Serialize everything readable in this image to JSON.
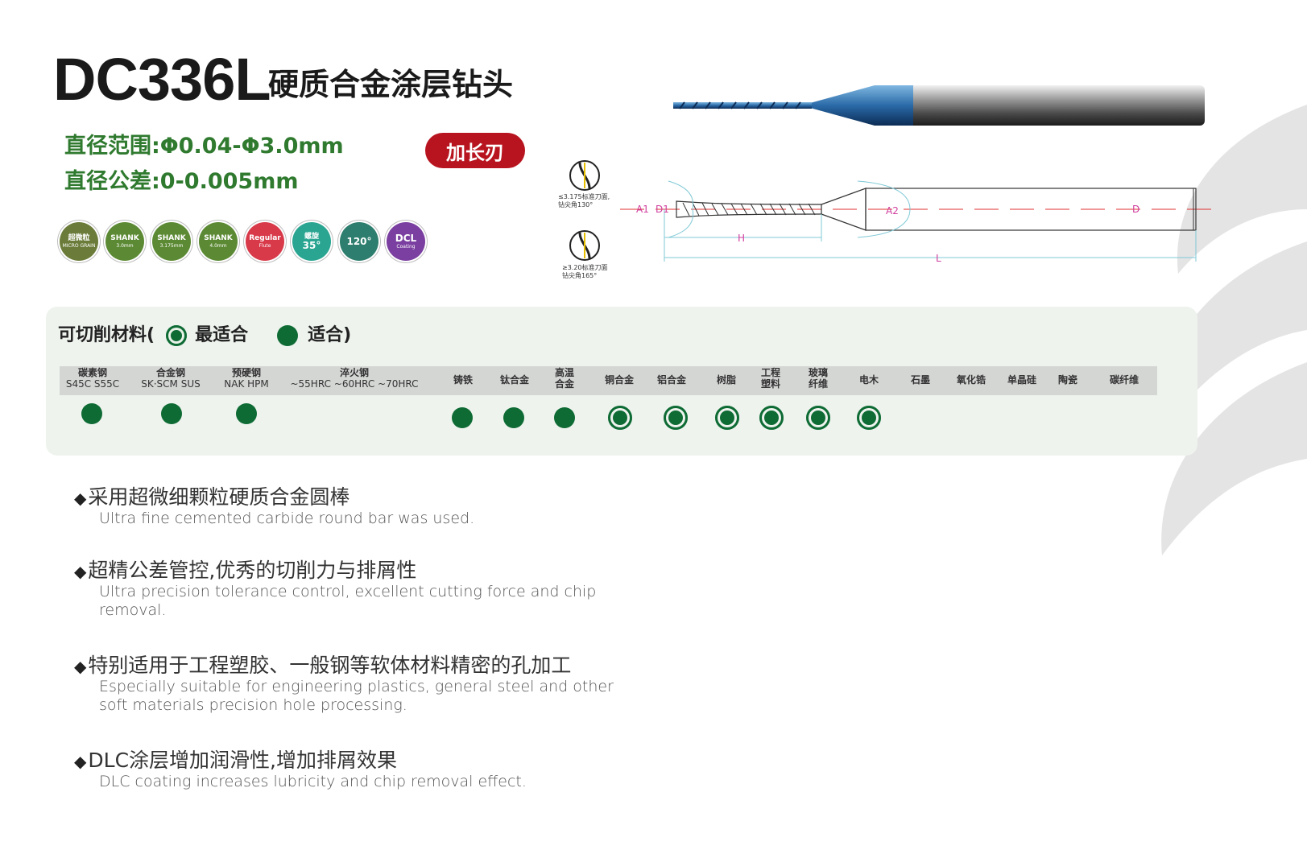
{
  "header": {
    "model": "DC336L",
    "title_cn": "硬质合金涂层钻头",
    "diameter_range": "直径范围:Φ0.04-Φ3.0mm",
    "diameter_tolerance": "直径公差:0-0.005mm",
    "badge": "加长刃"
  },
  "feature_icons": [
    {
      "name": "micro-grain",
      "line1": "超微粒",
      "line2": "MICRO GRAIN",
      "color": "#6b7c3a"
    },
    {
      "name": "shank-3",
      "line1": "SHANK",
      "line2": "3.0mm",
      "color": "#5c8a34"
    },
    {
      "name": "shank-3175",
      "line1": "SHANK",
      "line2": "3.175mm",
      "color": "#5c8a34"
    },
    {
      "name": "shank-4",
      "line1": "SHANK",
      "line2": "4.0mm",
      "color": "#5c8a34"
    },
    {
      "name": "regular-flute",
      "line1": "Regular",
      "line2": "Flute",
      "color": "#d83a4a"
    },
    {
      "name": "helix",
      "line1": "螺旋",
      "line2": "35°",
      "color": "#2aa592"
    },
    {
      "name": "point-angle",
      "line1": "120°",
      "line2": "",
      "color": "#2d7e6e"
    },
    {
      "name": "coating",
      "line1": "DCL",
      "line2": "Coating",
      "color": "#7a3fa0"
    }
  ],
  "diagram": {
    "note_top_1": "≤3.175标准刀面,",
    "note_top_2": "钻尖角130°",
    "note_bottom_1": "≥3.20标准刀面",
    "note_bottom_2": "钻尖角165°",
    "labels": {
      "a1": "A1",
      "d1": "D1",
      "a2": "A2",
      "d": "D",
      "h": "H",
      "l": "L"
    }
  },
  "materials": {
    "legend_prefix": "可切削材料(",
    "legend_best": "最适合",
    "legend_ok": "适合)",
    "columns": [
      {
        "name": "碳素钢",
        "sub": "S45C S55C",
        "rating": "ok"
      },
      {
        "name": "合金钢",
        "sub": "SK·SCM SUS",
        "rating": "ok"
      },
      {
        "name": "预硬钢",
        "sub": "NAK HPM",
        "rating": "ok"
      },
      {
        "name": "淬火钢",
        "sub": "~55HRC ~60HRC ~70HRC",
        "rating": "none"
      },
      {
        "name": "铸铁",
        "sub": "",
        "rating": "ok"
      },
      {
        "name": "钛合金",
        "sub": "",
        "rating": "ok"
      },
      {
        "name": "高温合金",
        "sub": "",
        "rating": "ok"
      },
      {
        "name": "铜合金",
        "sub": "",
        "rating": "best"
      },
      {
        "name": "铝合金",
        "sub": "",
        "rating": "best"
      },
      {
        "name": "树脂",
        "sub": "",
        "rating": "best"
      },
      {
        "name": "工程塑料",
        "sub": "",
        "rating": "best"
      },
      {
        "name": "玻璃纤维",
        "sub": "",
        "rating": "best"
      },
      {
        "name": "电木",
        "sub": "",
        "rating": "best"
      },
      {
        "name": "石墨",
        "sub": "",
        "rating": "none"
      },
      {
        "name": "氧化锆",
        "sub": "",
        "rating": "none"
      },
      {
        "name": "单晶硅",
        "sub": "",
        "rating": "none"
      },
      {
        "name": "陶瓷",
        "sub": "",
        "rating": "none"
      },
      {
        "name": "碳纤维",
        "sub": "",
        "rating": "none"
      }
    ]
  },
  "features": [
    {
      "cn": "采用超微细颗粒硬质合金圆棒",
      "en": "Ultra fine cemented carbide round bar was used."
    },
    {
      "cn": "超精公差管控,优秀的切削力与排屑性",
      "en": "Ultra precision tolerance control, excellent cutting force and chip removal."
    },
    {
      "cn": "特别适用于工程塑胶、一般钢等软体材料精密的孔加工",
      "en": "Especially suitable for engineering plastics, general steel and other soft  materials precision hole processing."
    },
    {
      "cn": "DLC涂层增加润滑性,增加排屑效果",
      "en": "DLC coating increases lubricity and chip removal effect."
    }
  ],
  "bullet_symbol": "◆"
}
